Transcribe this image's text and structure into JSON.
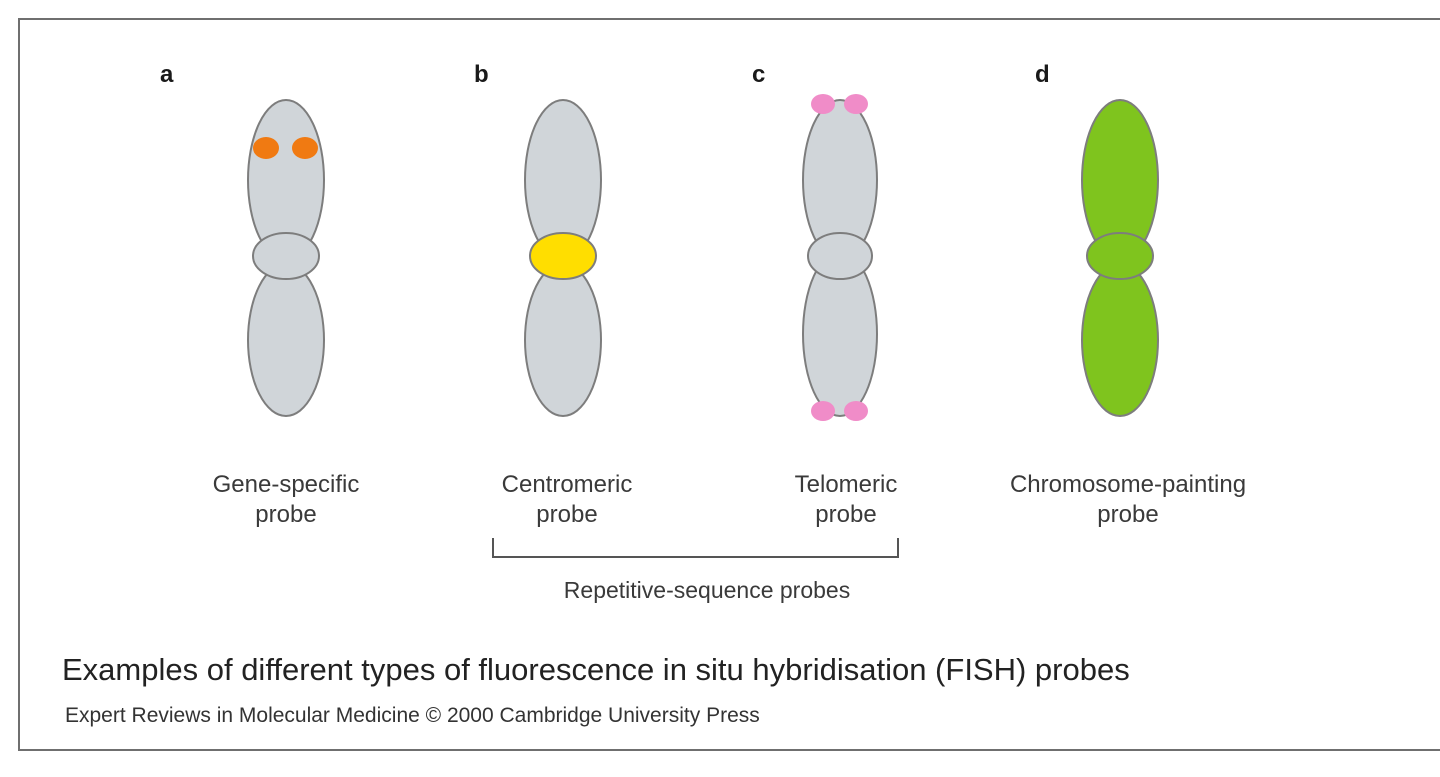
{
  "panels": [
    {
      "letter": "a",
      "label_line1": "Gene-specific",
      "label_line2": "probe"
    },
    {
      "letter": "b",
      "label_line1": "Centromeric",
      "label_line2": "probe"
    },
    {
      "letter": "c",
      "label_line1": "Telomeric",
      "label_line2": "probe"
    },
    {
      "letter": "d",
      "label_line1": "Chromosome-painting",
      "label_line2": "probe"
    }
  ],
  "group_label": "Repetitive-sequence probes",
  "caption": "Examples of different types of fluorescence in situ hybridisation (FISH) probes",
  "credit": "Expert Reviews in Molecular Medicine © 2000 Cambridge University Press",
  "colors": {
    "chromosome": "#d0d5d9",
    "outline": "#7d7d7d",
    "gene_probe": "#f07a12",
    "centromere_probe": "#ffde00",
    "telomere_probe": "#f08cc8",
    "painting_probe": "#7fc41e"
  }
}
